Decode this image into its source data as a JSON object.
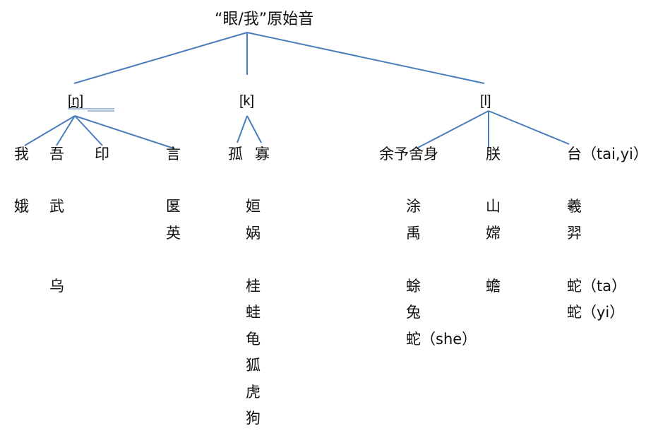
{
  "root": "“眼/我”原始音",
  "branches": [
    {
      "label": "[ŋ]"
    },
    {
      "label": "[k]"
    },
    {
      "label": "[l]"
    }
  ],
  "row1": {
    "wo": "我",
    "wu": "吾",
    "yin": "印",
    "yan": "言",
    "gu": "孤",
    "gua": "寡",
    "yu": "余予舍身",
    "zhen": "朕",
    "tai": "台（tai,yi）"
  },
  "col_wo": [
    "娥"
  ],
  "col_wu": [
    "武",
    "乌"
  ],
  "col_yan": [
    "匽",
    "英"
  ],
  "col_k": [
    "姮",
    "娲",
    "桂",
    "蛙",
    "龟",
    "狐",
    "虎",
    "狗"
  ],
  "col_yu": [
    "涂",
    "禹",
    "蜍",
    "兔",
    "蛇（she）"
  ],
  "col_zhen": [
    "山",
    "嫦",
    "蟾"
  ],
  "col_tai": [
    "羲",
    "羿",
    "蛇（ta）",
    "蛇（yi）"
  ],
  "colors": {
    "line": "#4a7ebb",
    "text": "#111111"
  }
}
